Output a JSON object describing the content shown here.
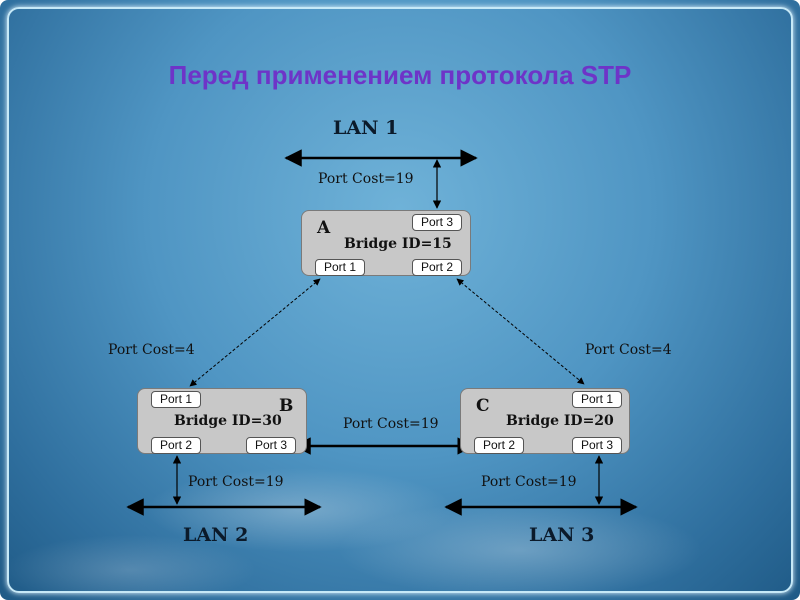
{
  "title": "Перед применением протокола STP",
  "lans": {
    "lan1": "LAN 1",
    "lan2": "LAN 2",
    "lan3": "LAN 3"
  },
  "bridges": {
    "a": {
      "letter": "A",
      "id_label": "Bridge ID=15",
      "ports": [
        "Port 1",
        "Port 2",
        "Port 3"
      ]
    },
    "b": {
      "letter": "B",
      "id_label": "Bridge ID=30",
      "ports": [
        "Port 1",
        "Port 2",
        "Port 3"
      ]
    },
    "c": {
      "letter": "C",
      "id_label": "Bridge ID=20",
      "ports": [
        "Port 1",
        "Port 2",
        "Port 3"
      ]
    }
  },
  "costs": {
    "a_lan1": "Port Cost=19",
    "a_b": "Port Cost=4",
    "a_c": "Port Cost=4",
    "b_c": "Port Cost=19",
    "b_lan2": "Port Cost=19",
    "c_lan3": "Port Cost=19"
  },
  "colors": {
    "title": "#6e34c8",
    "bridge_fill": "#c8c8c8",
    "line": "#000000"
  }
}
